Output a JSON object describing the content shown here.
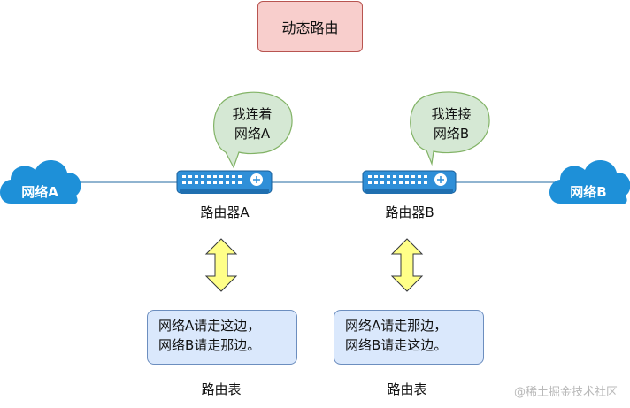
{
  "title": "动态路由",
  "networks": {
    "a": "网络A",
    "b": "网络B"
  },
  "routers": {
    "a_label": "路由器A",
    "b_label": "路由器B"
  },
  "bubbles": {
    "a": [
      "我连着",
      "网络A"
    ],
    "b": [
      "我连接",
      "网络B"
    ]
  },
  "tables": {
    "a": [
      "网络A请走这边，",
      "网络B请走那边。"
    ],
    "b": [
      "网络A请走那边，",
      "网络B请走这边。"
    ]
  },
  "table_labels": {
    "a": "路由表",
    "b": "路由表"
  },
  "watermark": "@稀土掘金技术社区",
  "colors": {
    "title_fill": "#f8cecc",
    "title_stroke": "#b85450",
    "table_fill": "#dae8fc",
    "table_stroke": "#6c8ebf",
    "bubble_fill": "#d5e8d4",
    "bubble_stroke": "#82b366",
    "arrow_fill": "#ffff88",
    "arrow_stroke": "#36393d",
    "cloud_fill": "#1e90d8",
    "router_fill": "#2f8fd8",
    "link": "#4d86b5"
  }
}
